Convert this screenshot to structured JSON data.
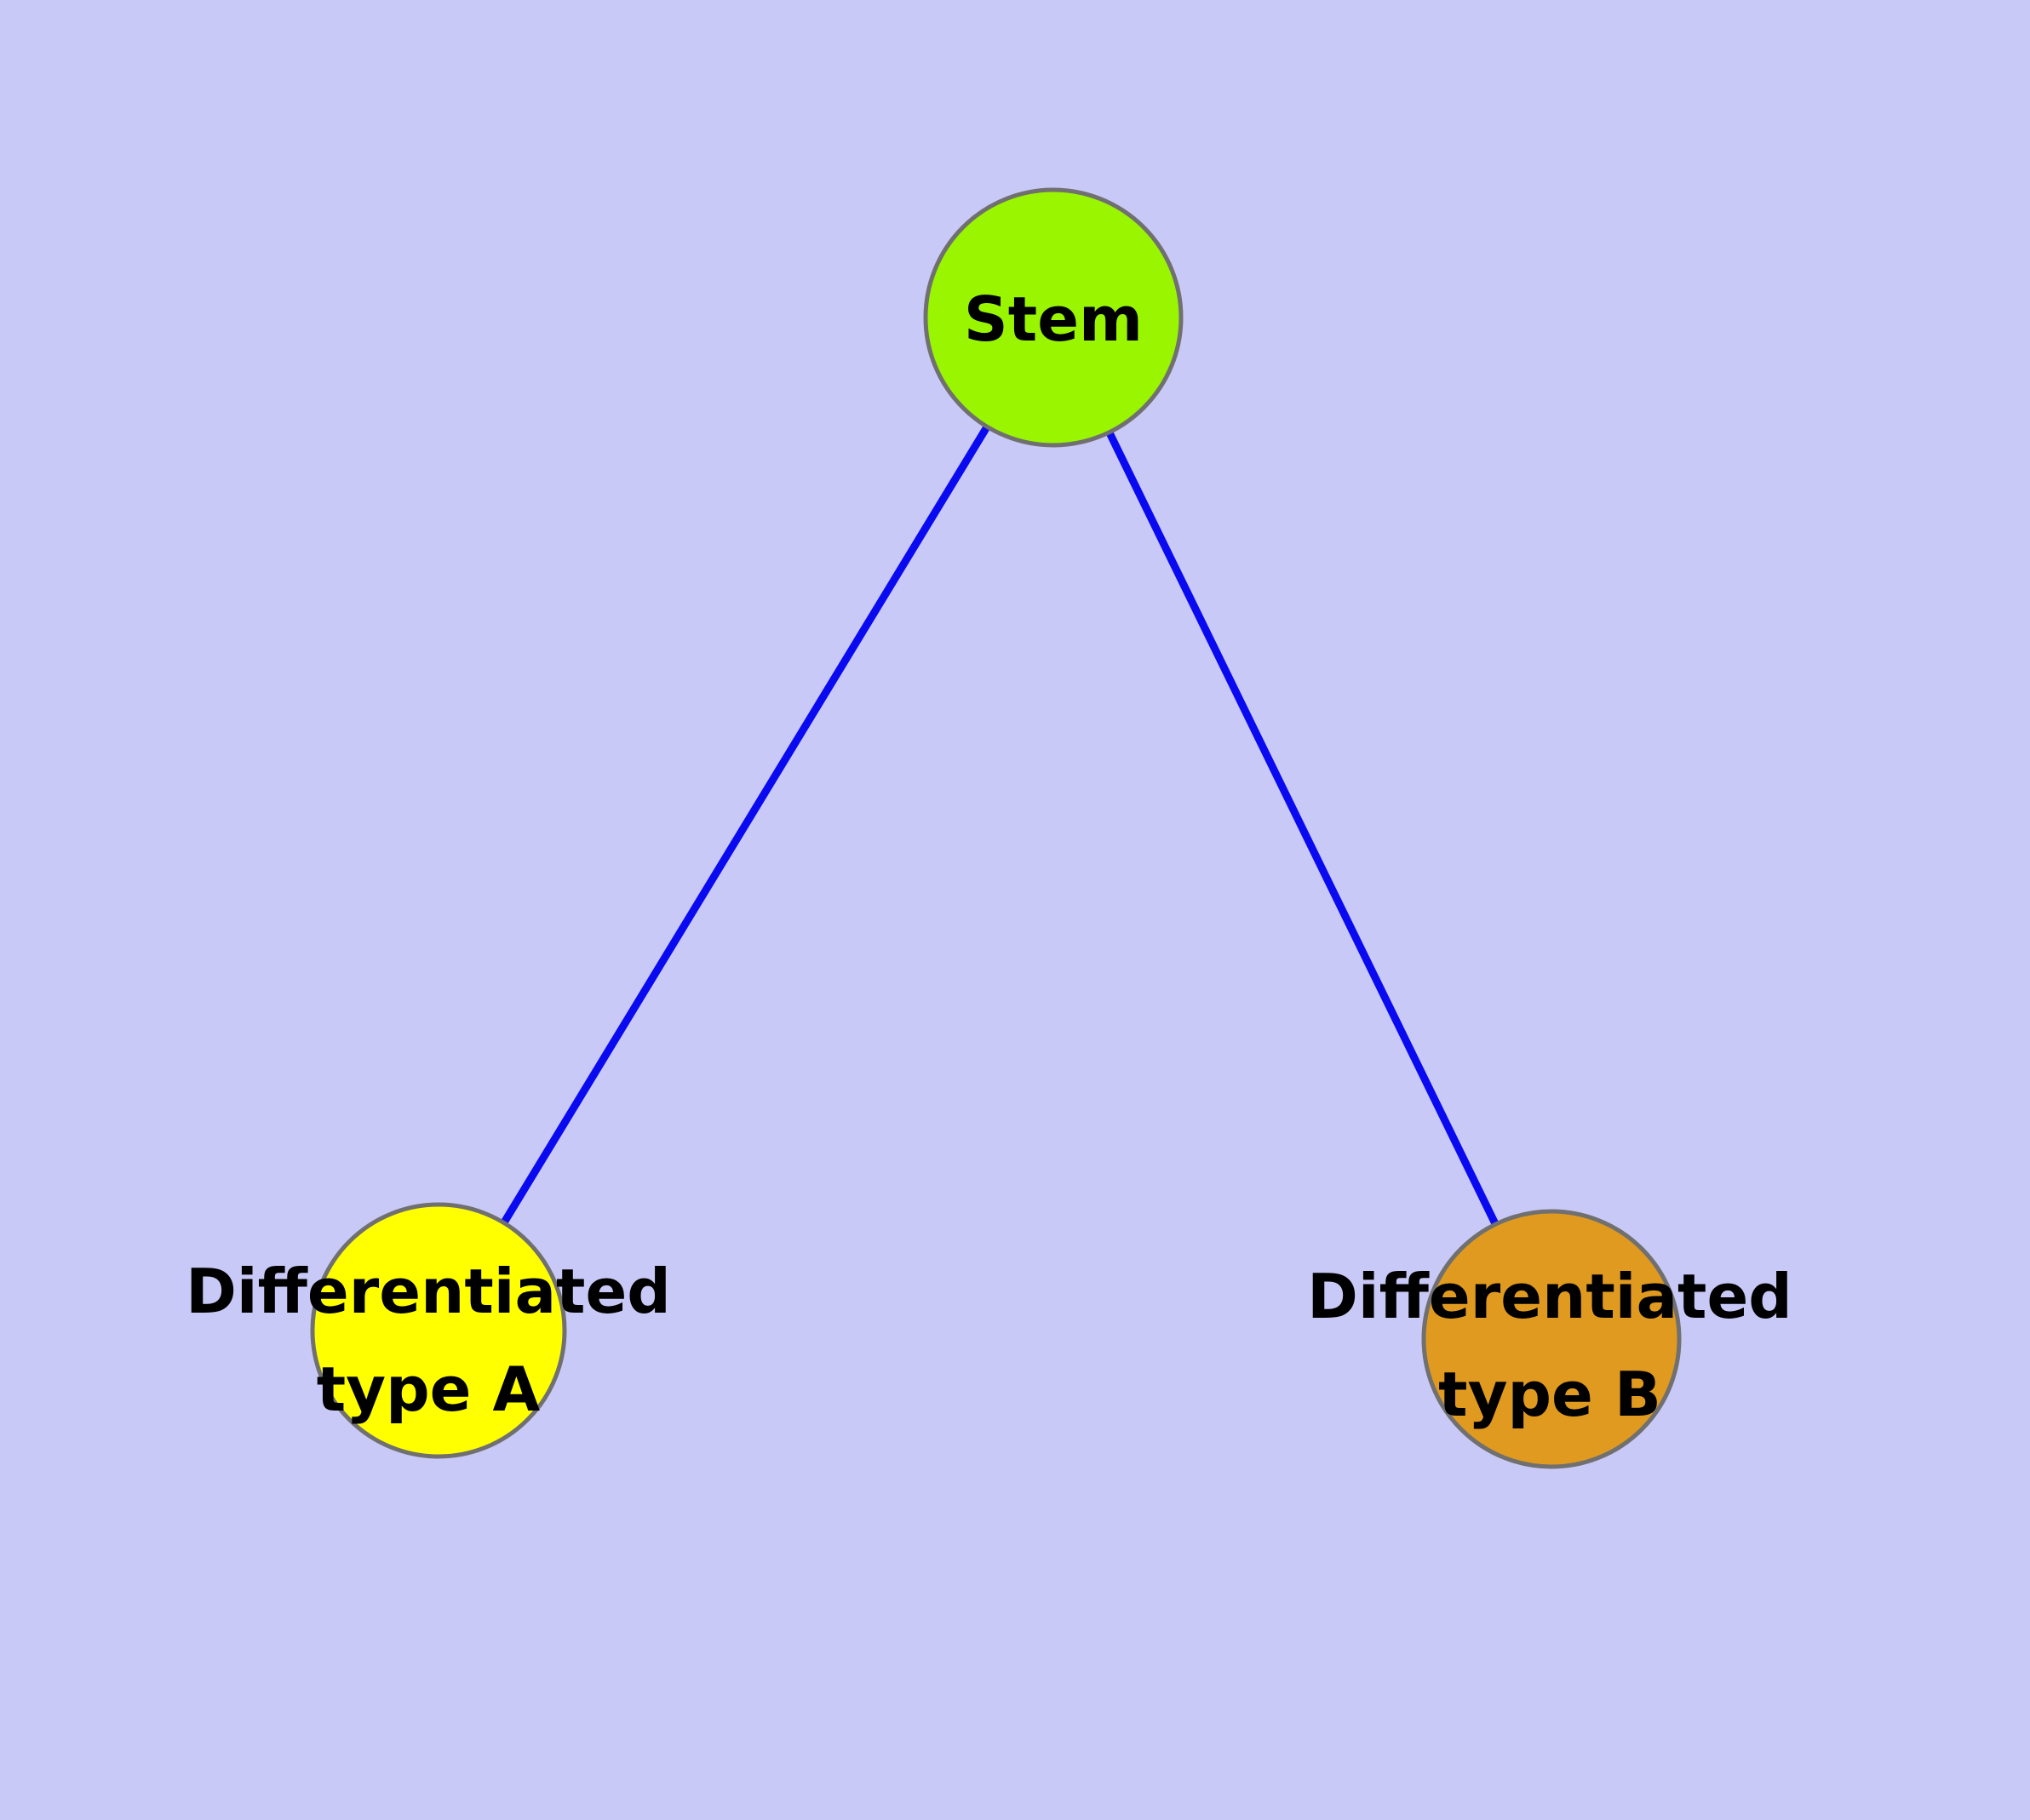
{
  "diagram": {
    "type": "node-link-graph",
    "background_color": "#C9C9F8",
    "edge_color": "#0A0AF0",
    "node_border_color": "#707070",
    "label_color": "#000000",
    "nodes": [
      {
        "id": "stem",
        "label_line1": "Stem",
        "label_line2": "",
        "fill": "#9AF500"
      },
      {
        "id": "diff-a",
        "label_line1": "Differentiated",
        "label_line2": "type A",
        "fill": "#FFFF00"
      },
      {
        "id": "diff-b",
        "label_line1": "Differentiated",
        "label_line2": "type B",
        "fill": "#E09A20"
      }
    ],
    "edges": [
      {
        "from": "stem",
        "to": "diff-a"
      },
      {
        "from": "stem",
        "to": "diff-b"
      }
    ]
  }
}
